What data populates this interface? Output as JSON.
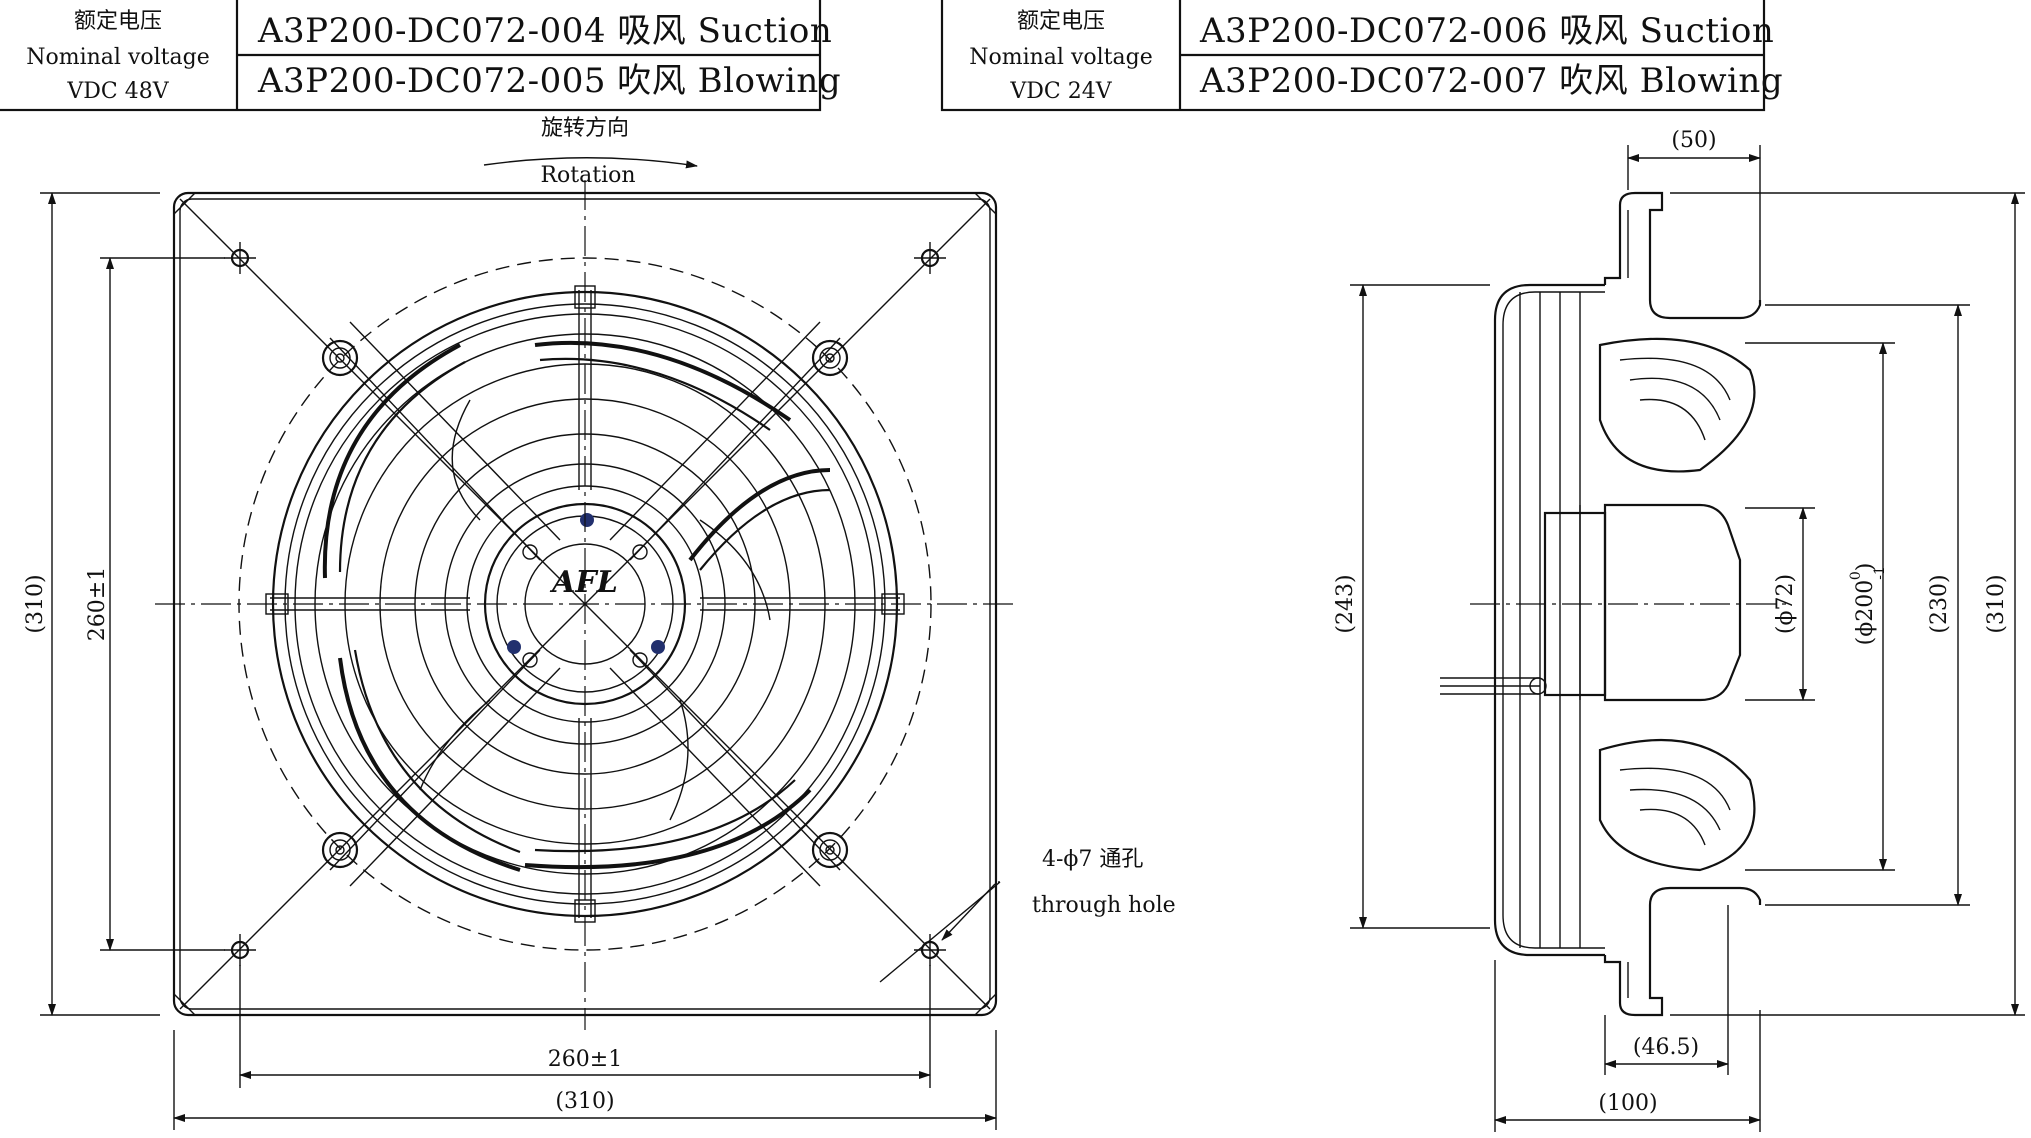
{
  "spec_tables": [
    {
      "voltage_cn": "额定电压",
      "voltage_en": "Nominal voltage",
      "voltage_value": "VDC 48V",
      "models": [
        "A3P200-DC072-004 吸风 Suction",
        "A3P200-DC072-005 吹风 Blowing"
      ]
    },
    {
      "voltage_cn": "额定电压",
      "voltage_en": "Nominal voltage",
      "voltage_value": "VDC 24V",
      "models": [
        "A3P200-DC072-006 吸风 Suction",
        "A3P200-DC072-007 吹风 Blowing"
      ]
    }
  ],
  "front_view": {
    "rotation_cn": "旋转方向",
    "rotation_en": "Rotation",
    "hole_spacing_vertical": "260±1",
    "hole_spacing_horizontal": "260±1",
    "overall_height": "(310)",
    "overall_width": "(310)",
    "hole_note_cn": "4-ϕ7 通孔",
    "hole_note_en": "through hole",
    "logo_text": "AFL"
  },
  "side_view": {
    "depth_top": "(50)",
    "depth_motor": "(46.5)",
    "depth_total": "(100)",
    "height_243": "(243)",
    "hub_dia": "(ϕ72)",
    "impeller_dia": "(ϕ200",
    "impeller_tol_upper": "0",
    "impeller_tol_lower": "-1",
    "impeller_dia_close": ")",
    "height_230": "(230)",
    "height_310": "(310)"
  }
}
